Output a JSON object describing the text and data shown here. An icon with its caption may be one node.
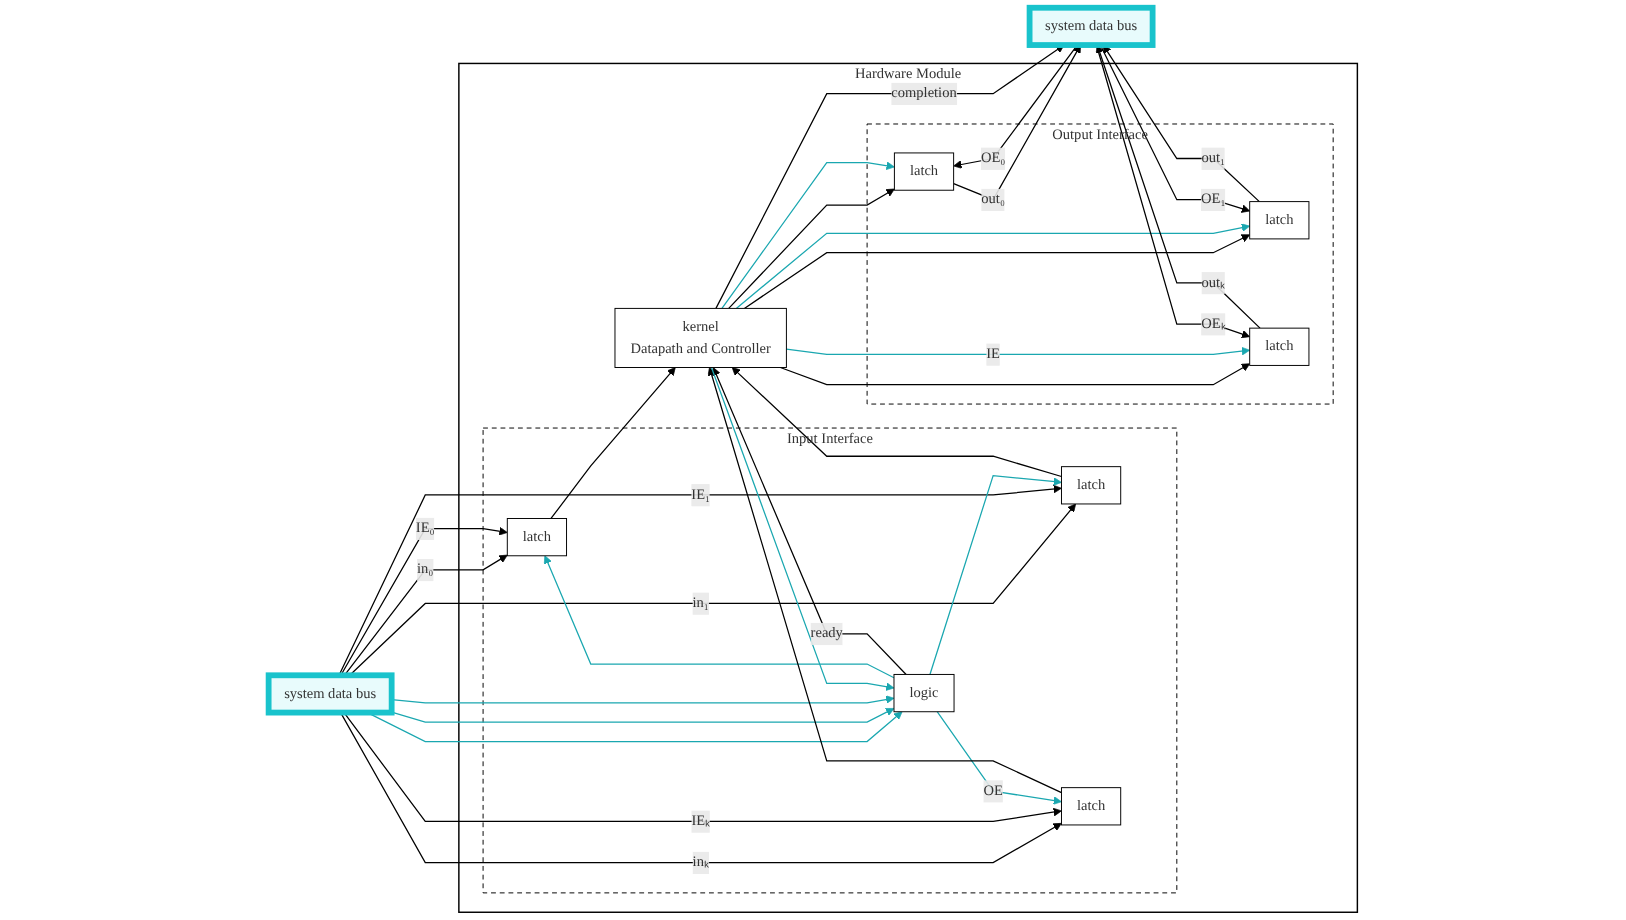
{
  "diagram": {
    "nodes": [
      {
        "text": [
          "Hardware Module"
        ]
      },
      {
        "text": [
          "Input Interface"
        ],
        "in": 0
      },
      {
        "text": [
          "latch"
        ],
        "in": 1
      },
      {
        "text": [
          "latch"
        ],
        "in": 1
      },
      {
        "text": [
          "latch"
        ],
        "in": 1
      },
      {
        "text": [
          "logic"
        ],
        "in": 1
      },
      {
        "text": [
          "kernel",
          "Datapath and Controller"
        ],
        "in": 0
      },
      {
        "text": [
          "Output Interface"
        ],
        "in": 0
      },
      {
        "text": [
          "latch"
        ],
        "in": 7
      },
      {
        "text": [
          "latch"
        ],
        "in": 7
      },
      {
        "text": [
          "latch"
        ],
        "in": 7
      },
      {
        "text": [
          "system data bus"
        ]
      },
      {
        "text": [
          "system data bus"
        ]
      }
    ],
    "edges": [
      {
        "from": 11,
        "to": 2,
        "arrow": "to",
        "label": "in₀"
      },
      {
        "from": 11,
        "to": 2,
        "arrow": "to",
        "label": "IE₀"
      },
      {
        "from": 11,
        "to": 3,
        "arrow": "to",
        "label": "in₁"
      },
      {
        "from": 11,
        "to": 3,
        "arrow": "to",
        "label": "IE₁"
      },
      {
        "from": 11,
        "to": 4,
        "arrow": "to",
        "label": "inₖ"
      },
      {
        "from": 11,
        "to": 4,
        "arrow": "to",
        "label": "IEₖ"
      },
      {
        "from": 11,
        "to": 5,
        "arrow": "to",
        "color": "#1aa7b0"
      },
      {
        "from": 11,
        "to": 5,
        "arrow": "to",
        "color": "#1aa7b0"
      },
      {
        "from": 11,
        "to": 5,
        "arrow": "to",
        "color": "#1aa7b0"
      },
      {
        "from": 5,
        "to": 2,
        "arrow": "to",
        "color": "#1aa7b0"
      },
      {
        "from": 5,
        "to": 3,
        "arrow": "to",
        "color": "#1aa7b0"
      },
      {
        "from": 5,
        "to": 4,
        "arrow": "to",
        "label": "OE",
        "color": "#1aa7b0"
      },
      {
        "from": 5,
        "to": 6,
        "arrow": "to",
        "label": "ready"
      },
      {
        "from": 2,
        "to": 6,
        "arrow": "to"
      },
      {
        "from": 3,
        "to": 6,
        "arrow": "to"
      },
      {
        "from": 4,
        "to": 6,
        "arrow": "to"
      },
      {
        "from": 6,
        "to": 8,
        "arrow": "to"
      },
      {
        "from": 6,
        "to": 9,
        "arrow": "to"
      },
      {
        "from": 6,
        "to": 10,
        "arrow": "to"
      },
      {
        "from": 6,
        "to": 8,
        "arrow": "to",
        "color": "#1aa7b0"
      },
      {
        "from": 6,
        "to": 9,
        "arrow": "to",
        "color": "#1aa7b0"
      },
      {
        "from": 6,
        "to": 10,
        "arrow": "to",
        "label": "IE",
        "color": "#1aa7b0"
      },
      {
        "from": 6,
        "to": 5,
        "arrow": "to",
        "color": "#1aa7b0"
      },
      {
        "from": 8,
        "to": 12,
        "arrow": "to",
        "label": "out₀"
      },
      {
        "from": 12,
        "to": 8,
        "arrow": "to",
        "label": "OE₀"
      },
      {
        "from": 9,
        "to": 12,
        "arrow": "to",
        "label": "out₁"
      },
      {
        "from": 12,
        "to": 9,
        "arrow": "to",
        "label": "OE₁"
      },
      {
        "from": 10,
        "to": 12,
        "arrow": "to",
        "label": "outₖ"
      },
      {
        "from": 12,
        "to": 10,
        "arrow": "to",
        "label": "OEₖ"
      },
      {
        "from": 6,
        "to": 12,
        "arrow": "to",
        "label": "completion"
      }
    ]
  }
}
